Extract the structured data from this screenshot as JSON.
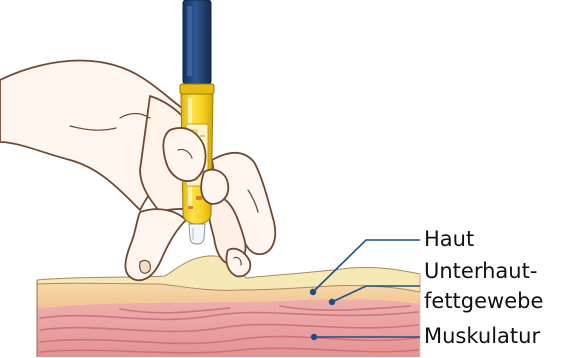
{
  "labels": {
    "skin": "Haut",
    "subcutis_line1": "Unterhaut-",
    "subcutis_line2": "fettgewebe",
    "muscle": "Muskulatur"
  },
  "colors": {
    "pointer_line": "#1d4f86",
    "label_text": "#111111",
    "skin_surface": "#f7e9b6",
    "fat_layer": "#f2c796",
    "muscle_layer": "#e8a0a0",
    "muscle_fiber": "#c96d78",
    "pen_body": "#f5d327",
    "pen_cap": "#1f3e6e",
    "hand_fill": "#fff6ef",
    "outline": "#6e4a36"
  },
  "icons": {
    "pen": "insulin-pen-icon",
    "hand": "pinching-hand-icon"
  }
}
